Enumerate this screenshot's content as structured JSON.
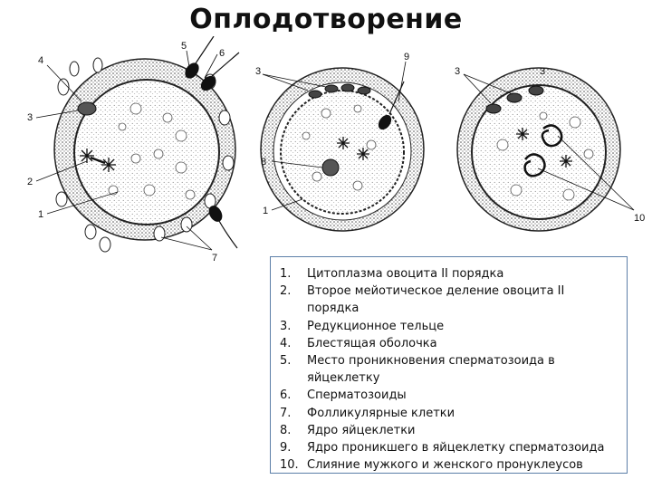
{
  "title": "Оплодотворение",
  "callouts": {
    "left": [
      "4",
      "3",
      "2",
      "1",
      "5",
      "6",
      "7"
    ],
    "middle": [
      "3",
      "9",
      "8",
      "1"
    ],
    "right": [
      "3",
      "3",
      "10"
    ]
  },
  "legend": [
    {
      "num": "1.",
      "text": "Цитоплазма овоцита II порядка"
    },
    {
      "num": "2.",
      "text": "Второе мейотическое деление овоцита II порядка"
    },
    {
      "num": "3.",
      "text": "Редукционное тельце"
    },
    {
      "num": "4.",
      "text": "Блестящая оболочка"
    },
    {
      "num": "5.",
      "text": "Место проникновения сперматозоида в яйцеклетку"
    },
    {
      "num": "6.",
      "text": "Сперматозоиды"
    },
    {
      "num": "7.",
      "text": "Фолликулярные клетки"
    },
    {
      "num": "8.",
      "text": "Ядро яйцеклетки"
    },
    {
      "num": "9.",
      "text": "Ядро проникшего в яйцеклетку сперматозоида"
    },
    {
      "num": "10.",
      "text": "Слияние мужкого и женского пронуклеусов"
    }
  ]
}
